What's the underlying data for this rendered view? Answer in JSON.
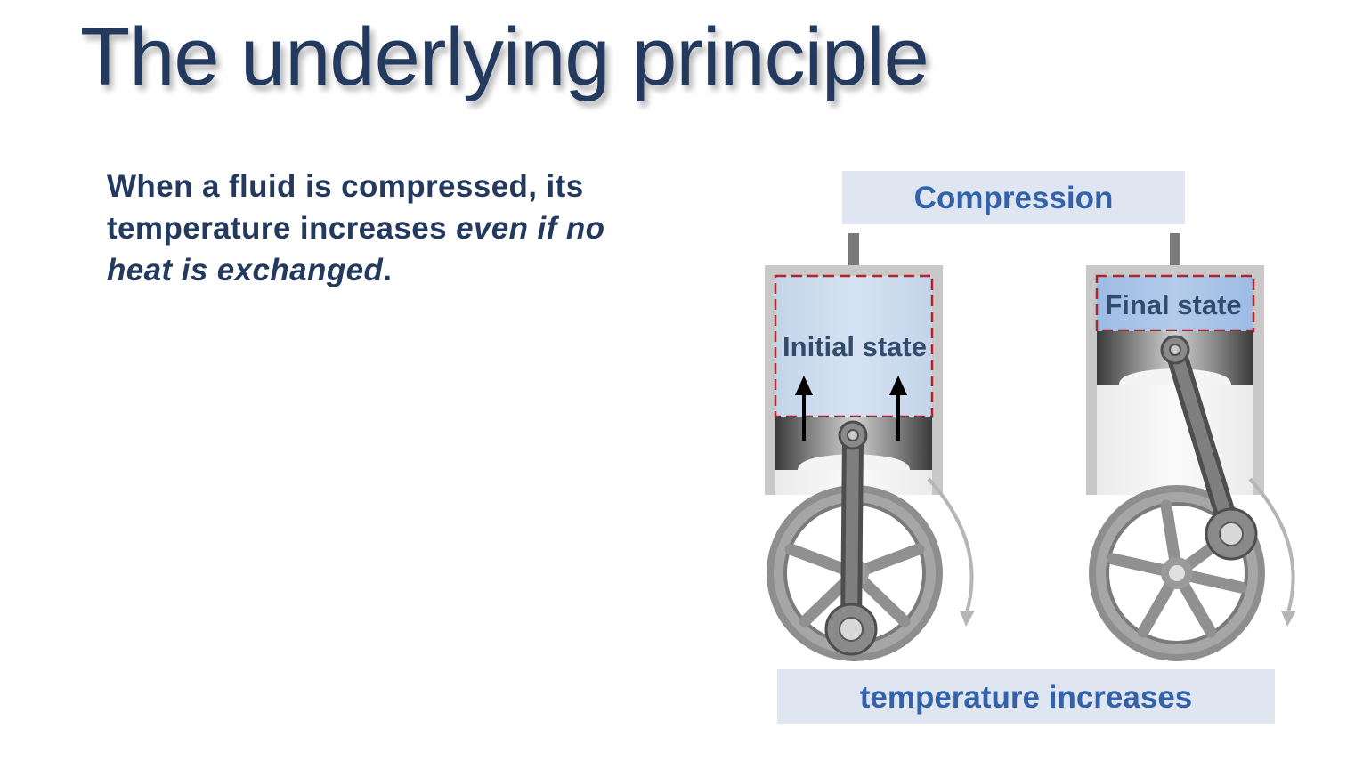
{
  "slide": {
    "title": "The underlying principle",
    "body_text": {
      "part1": "When a fluid is compressed, its temperature increases ",
      "part2_italic": "even if no heat is exchanged",
      "part3": "."
    }
  },
  "diagram": {
    "top_label": "Compression",
    "bottom_label": "temperature increases",
    "initial_state_label": "Initial state",
    "final_state_label": "Final state"
  },
  "colors": {
    "title": "#233a5e",
    "label_box_bg": "#dfe6f1",
    "label_text": "#3462a8",
    "gas_fill": "#c5d6ec",
    "gas_boundary": "#b0242a",
    "metal_gray": "#777777"
  },
  "icons": [
    "up-arrow-icon",
    "rotation-arrow-icon"
  ]
}
